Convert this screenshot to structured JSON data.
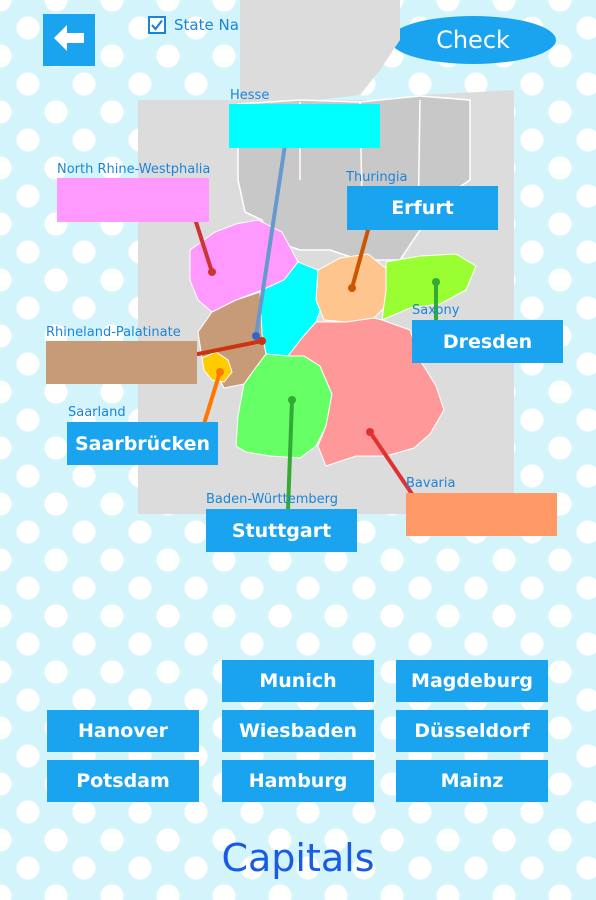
{
  "toolbar": {
    "back_icon": "arrow-left-icon",
    "state_names_label": "State Names",
    "state_names_checked": true,
    "check_label": "Check"
  },
  "map": {
    "states": [
      {
        "key": "hesse",
        "label": "Hesse",
        "answer": "",
        "color": "#00ffff"
      },
      {
        "key": "nrw",
        "label": "North Rhine-Westphalia",
        "answer": "",
        "color": "#ff99ff"
      },
      {
        "key": "thuringia",
        "label": "Thuringia",
        "answer": "Erfurt",
        "color": "#ffc58f"
      },
      {
        "key": "saxony",
        "label": "Saxony",
        "answer": "Dresden",
        "color": "#99ff33"
      },
      {
        "key": "rlp",
        "label": "Rhineland-Palatinate",
        "answer": "",
        "color": "#c89b78"
      },
      {
        "key": "saarland",
        "label": "Saarland",
        "answer": "Saarbrücken",
        "color": "#ffcc00"
      },
      {
        "key": "bw",
        "label": "Baden-Württemberg",
        "answer": "Stuttgart",
        "color": "#66ff66"
      },
      {
        "key": "bavaria",
        "label": "Bavaria",
        "answer": "",
        "color": "#ff9999"
      }
    ]
  },
  "choices": [
    "Munich",
    "Magdeburg",
    "Hanover",
    "Wiesbaden",
    "Düsseldorf",
    "Potsdam",
    "Hamburg",
    "Mainz"
  ],
  "footer": {
    "title": "Capitals"
  },
  "colors": {
    "button": "#1aa3ee",
    "title": "#1a5be6",
    "label": "#1a85d8"
  }
}
